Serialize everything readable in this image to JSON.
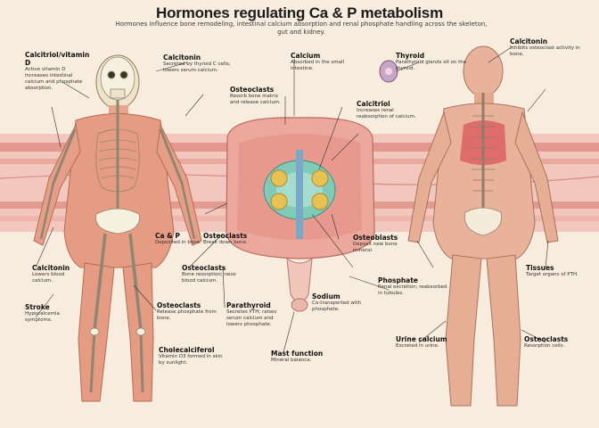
{
  "title": "Hormones regulating Ca & P metabolism",
  "subtitle": "Hormones influence bone remodeling, intestinal calcium absorption and renal phosphate handling across the skeleton, gut and kidney.",
  "labels": [
    {
      "id": "l1",
      "head": "Calcitriol/vitamin D",
      "text": "Active vitamin D increases intestinal calcium and phosphate absorption."
    },
    {
      "id": "l2",
      "head": "Calcitonin",
      "text": "Secreted by thyroid C cells; lowers serum calcium."
    },
    {
      "id": "l3",
      "head": "Osteoclasts",
      "text": "Resorb bone matrix and release calcium."
    },
    {
      "id": "l4",
      "head": "Calcium",
      "text": "Absorbed in the small intestine."
    },
    {
      "id": "l5",
      "head": "Thyroid",
      "text": "Parathyroid glands sit on the thyroid."
    },
    {
      "id": "l6",
      "head": "Calcitriol",
      "text": "Increases renal reabsorption of calcium."
    },
    {
      "id": "l7",
      "head": "Calcitonin",
      "text": "Inhibits osteoclast activity in bone."
    },
    {
      "id": "l8",
      "head": "Osteoblasts",
      "text": "Deposit new bone mineral."
    },
    {
      "id": "l9",
      "head": "Osteoclasts",
      "text": "Bone resorption; raise blood calcium."
    },
    {
      "id": "l10",
      "head": "Sodium",
      "text": "Co-transported with phosphate."
    },
    {
      "id": "l11",
      "head": "Phosphate",
      "text": "Renal excretion; reabsorbed in tubules."
    },
    {
      "id": "l12",
      "head": "Osteoclasts",
      "text": "Release phosphate from bone."
    },
    {
      "id": "l13",
      "head": "Stroke",
      "text": "Hypocalcemia symptoms."
    },
    {
      "id": "l14",
      "head": "Cholecalciferol",
      "text": "Vitamin D3 formed in skin by sunlight."
    },
    {
      "id": "l15",
      "head": "Parathyroid",
      "text": "Secretes PTH; raises serum calcium and lowers phosphate."
    },
    {
      "id": "l16",
      "head": "Mast function",
      "text": "Mineral balance."
    },
    {
      "id": "l17",
      "head": "Calcitonin",
      "text": "Lowers blood calcium."
    },
    {
      "id": "l18",
      "head": "Osteoclasts",
      "text": "Break down bone."
    },
    {
      "id": "l19",
      "head": "Tissues",
      "text": "Target organs of PTH."
    },
    {
      "id": "l20",
      "head": "Urine calcium",
      "text": "Excreted in urine."
    },
    {
      "id": "l21",
      "head": "Osteoclasts",
      "text": "Resorption cells."
    },
    {
      "id": "l22",
      "head": "Ca & P",
      "text": "Deposited in bone."
    }
  ]
}
